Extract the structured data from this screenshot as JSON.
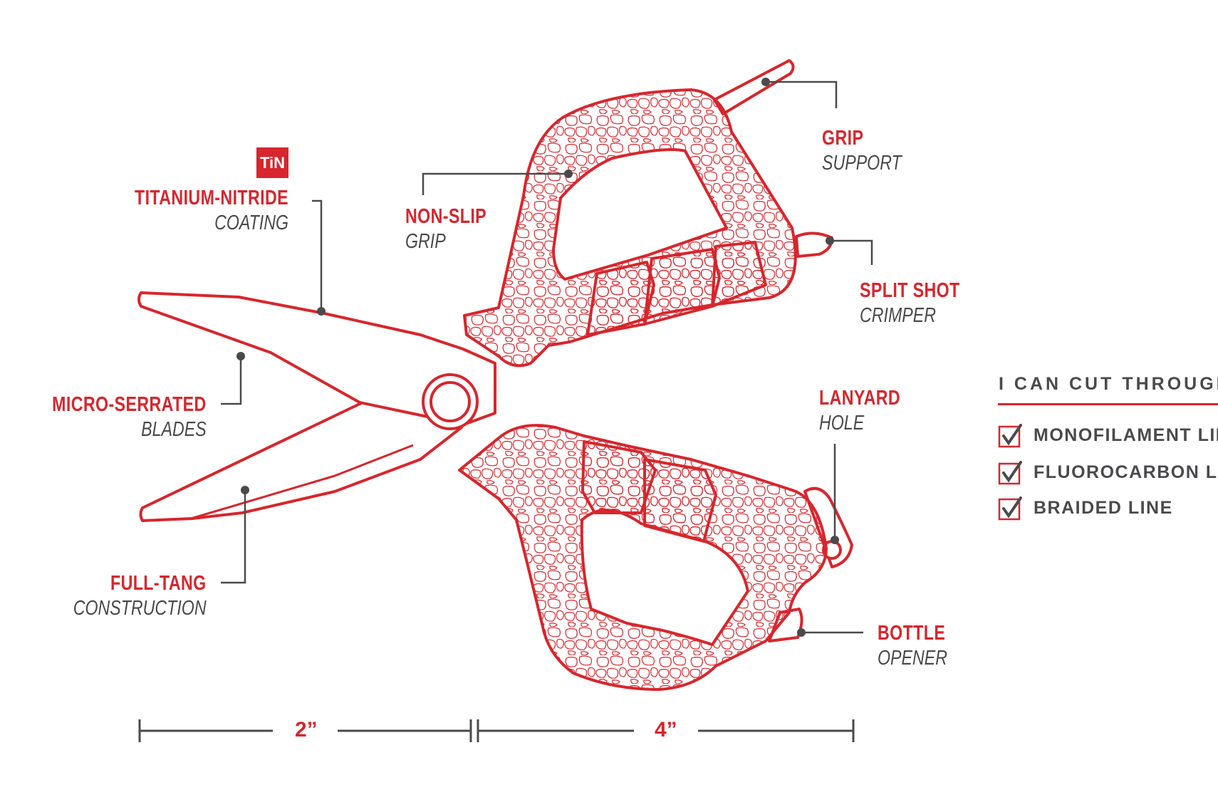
{
  "badge": "TiN",
  "callouts": {
    "titanium": {
      "title": "TITANIUM-NITRIDE",
      "sub": "COATING"
    },
    "micro": {
      "title": "MICRO-SERRATED",
      "sub": "BLADES"
    },
    "fulltang": {
      "title": "FULL-TANG",
      "sub": "CONSTRUCTION"
    },
    "nonslip": {
      "title": "NON-SLIP",
      "sub": "GRIP"
    },
    "grip": {
      "title": "GRIP",
      "sub": "SUPPORT"
    },
    "splitshot": {
      "title": "SPLIT SHOT",
      "sub": "CRIMPER"
    },
    "lanyard": {
      "title": "LANYARD",
      "sub": "HOLE"
    },
    "bottle": {
      "title": "BOTTLE",
      "sub": "OPENER"
    }
  },
  "legend": {
    "title": "I CAN CUT THROUGH",
    "items": [
      "MONOFILAMENT LINE",
      "FLUOROCARBON LINE",
      "BRAIDED LINE"
    ]
  },
  "dimensions": {
    "blade": "2”",
    "handle": "4”"
  },
  "colors": {
    "accent": "#d7262d",
    "leader": "#4a4a4d",
    "text_gray": "#4a4a4d"
  }
}
